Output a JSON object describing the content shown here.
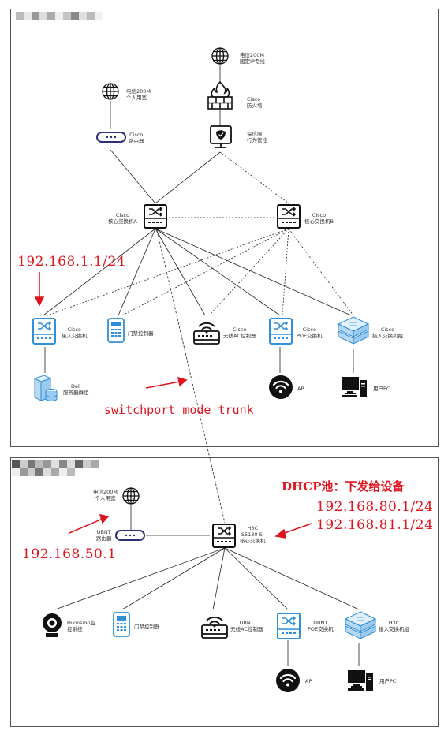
{
  "top": {
    "isp_personal": [
      "电信200M",
      "个人用宽"
    ],
    "isp_fixed": [
      "电信200M",
      "固定IP专线"
    ],
    "firewall": [
      "Cisco",
      "防火墙"
    ],
    "behavior": [
      "深信服",
      "行为管控"
    ],
    "router": [
      "Cisco",
      "路由器"
    ],
    "core_a": [
      "Cisco",
      "核心交换机A"
    ],
    "core_b": [
      "Cisco",
      "核心交换机B"
    ],
    "access_switch": [
      "Cisco",
      "接入交换机"
    ],
    "door": "门禁控制器",
    "ac": [
      "Cisco",
      "无线AC控制器"
    ],
    "poe": [
      "Cisco",
      "POE交换机"
    ],
    "access_group": [
      "Cisco",
      "接入交换机组"
    ],
    "server": [
      "Dell",
      "服务器群组"
    ],
    "ap": "AP",
    "pc": "用户PC"
  },
  "bottom": {
    "isp": [
      "电信200M",
      "个人用宽"
    ],
    "router": [
      "UBNT",
      "路由器"
    ],
    "core": [
      "H3C",
      "S5130 SI",
      "核心交换机"
    ],
    "camera": [
      "Hikvision监",
      "控系统"
    ],
    "door": "门禁控制器",
    "ac": [
      "UBNT",
      "无线AC控制器"
    ],
    "poe": [
      "UBNT",
      "POE交换机"
    ],
    "access": [
      "H3C",
      "接入交换机组"
    ],
    "ap": "AP",
    "pc": "用户PC"
  },
  "annotations": {
    "ip_top": "192.168.1.1/24",
    "trunk": "switchport mode trunk",
    "dhcp_title": "DHCP池：下发给设备",
    "dhcp_80": "192.168.80.1/24",
    "dhcp_81": "192.168.81.1/24",
    "ip_bottom": "192.168.50.1"
  },
  "colors": {
    "accent_blue": "#2f8fd8",
    "annotation_red": "#e0141e",
    "line": "#222222"
  }
}
